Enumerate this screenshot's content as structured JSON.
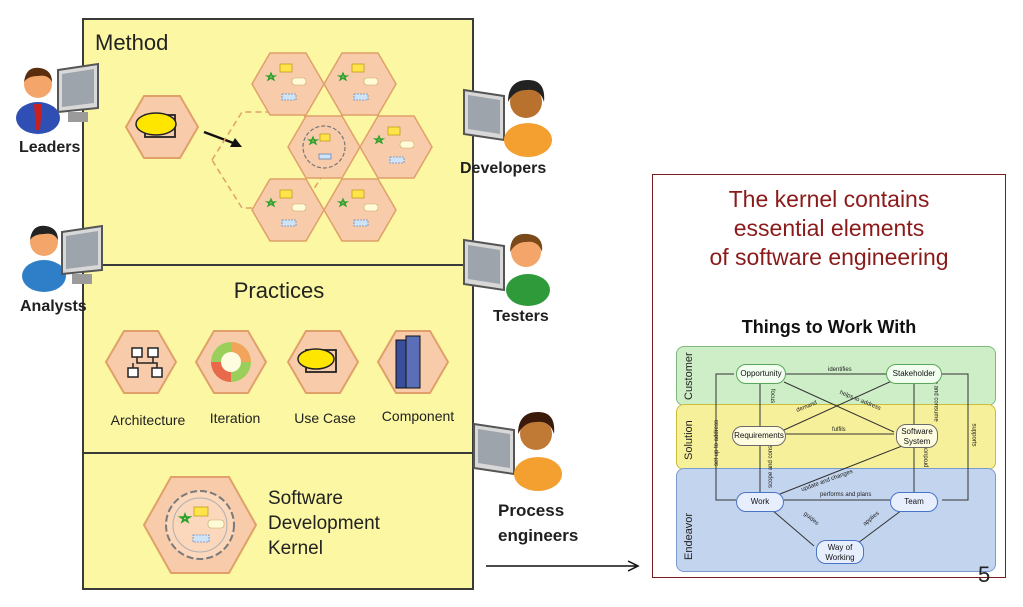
{
  "method": {
    "label": "Method",
    "practices_label": "Practices",
    "practices": [
      "Architecture",
      "Iteration",
      "Use Case",
      "Component"
    ],
    "kernel_label_lines": [
      "Software",
      "Development",
      "Kernel"
    ]
  },
  "roles": {
    "leaders": "Leaders",
    "analysts": "Analysts",
    "developers": "Developers",
    "testers": "Testers",
    "process_engineers_line1": "Process",
    "process_engineers_line2": "engineers"
  },
  "kernel_panel": {
    "title": "The kernel contains\nessential elements\nof software engineering",
    "subtitle": "Things to Work With",
    "bands": [
      "Customer",
      "Solution",
      "Endeavor"
    ],
    "alphas": {
      "opportunity": "Opportunity",
      "stakeholder": "Stakeholder",
      "requirements": "Requirements",
      "software_system_line1": "Software",
      "software_system_line2": "System",
      "work": "Work",
      "team": "Team",
      "way_of_working_line1": "Way of",
      "way_of_working_line2": "Working"
    },
    "relations": [
      "identifies",
      "focus",
      "demand",
      "helps to address",
      "fulfils",
      "use and consume",
      "set up to address",
      "scope and constrain",
      "update and changes",
      "produces",
      "supports",
      "performs and plans",
      "guides",
      "applies"
    ]
  },
  "page_number": "5",
  "colors": {
    "panel": "#fbf7a2",
    "hexagon": "#f8ccaa",
    "kernel_title": "#8b1a1a",
    "customer_band": "#cdeec6",
    "solution_band": "#f7f09a",
    "endeavor_band": "#c3d4ee"
  }
}
